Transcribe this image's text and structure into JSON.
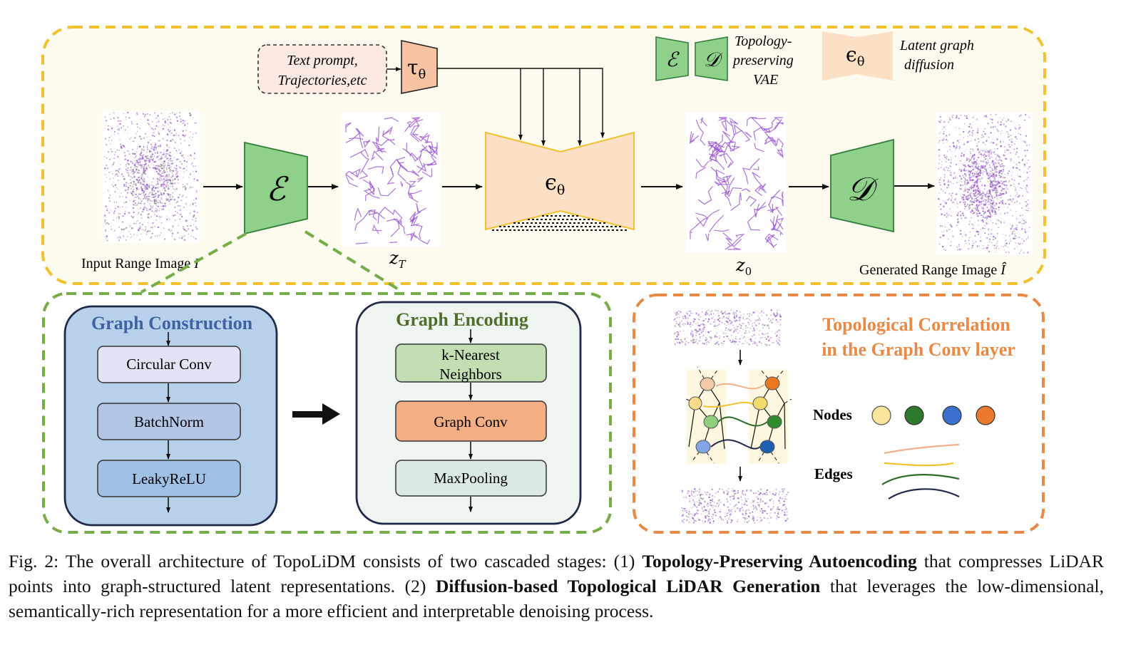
{
  "colors": {
    "top_border": "#f2c12e",
    "top_fill": "#fdfaee",
    "green_border": "#76ad48",
    "orange_border": "#e88a46",
    "orange_title": "#e88a46",
    "encoder_fill": "#8fd08a",
    "denoiser_fill": "#fbe0c6",
    "denoiser_border": "#f2c12e",
    "tau_fill": "#f6c3a3",
    "blue_panel": "#b8d1ea",
    "blue_title": "#3f62a5",
    "green_panel": "#eef4ef",
    "green_title": "#4f6e2e",
    "graphconv_fill": "#f4ae84",
    "knn_fill": "#c3deb2",
    "maxpool_fill": "#dbe9e6",
    "point_purple": "#9a52d0"
  },
  "top": {
    "prompt": [
      "Text prompt,",
      "Trajectories,etc"
    ],
    "tau": "τ",
    "tau_sub": "θ",
    "encoder_symbol": "ℰ",
    "decoder_symbol": "𝒟",
    "eps": "ϵ",
    "eps_sub": "θ",
    "input_label": "Input Range Image ",
    "input_var": "I",
    "zT": "z",
    "zT_sub": "T",
    "z0": "z",
    "z0_sub": "0",
    "output_label": "Generated Range Image ",
    "output_var": "Î",
    "legend_vae": [
      "Topology-",
      "preserving",
      "VAE"
    ],
    "legend_diff": [
      "Latent graph",
      "diffusion"
    ]
  },
  "construction": {
    "title": "Graph Construction",
    "steps": [
      "Circular Conv",
      "BatchNorm",
      "LeakyReLU"
    ]
  },
  "encoding": {
    "title": "Graph Encoding",
    "steps": [
      "k-Nearest\nNeighbors",
      "Graph Conv",
      "MaxPooling"
    ]
  },
  "topo": {
    "title": [
      "Topological Correlation",
      "in the Graph Conv layer"
    ],
    "nodes_label": "Nodes",
    "edges_label": "Edges"
  },
  "caption": {
    "prefix": "Fig. 2: The overall architecture of TopoLiDM consists of two cascaded stages: (1) ",
    "bold1": "Topology-Preserving Autoencoding",
    "mid": " that compresses LiDAR points into graph-structured latent representations. (2) ",
    "bold2": "Diffusion-based Topological LiDAR Generation",
    "suffix": " that leverages the low-dimensional, semantically-rich representation for a more efficient and interpretable denoising process."
  }
}
